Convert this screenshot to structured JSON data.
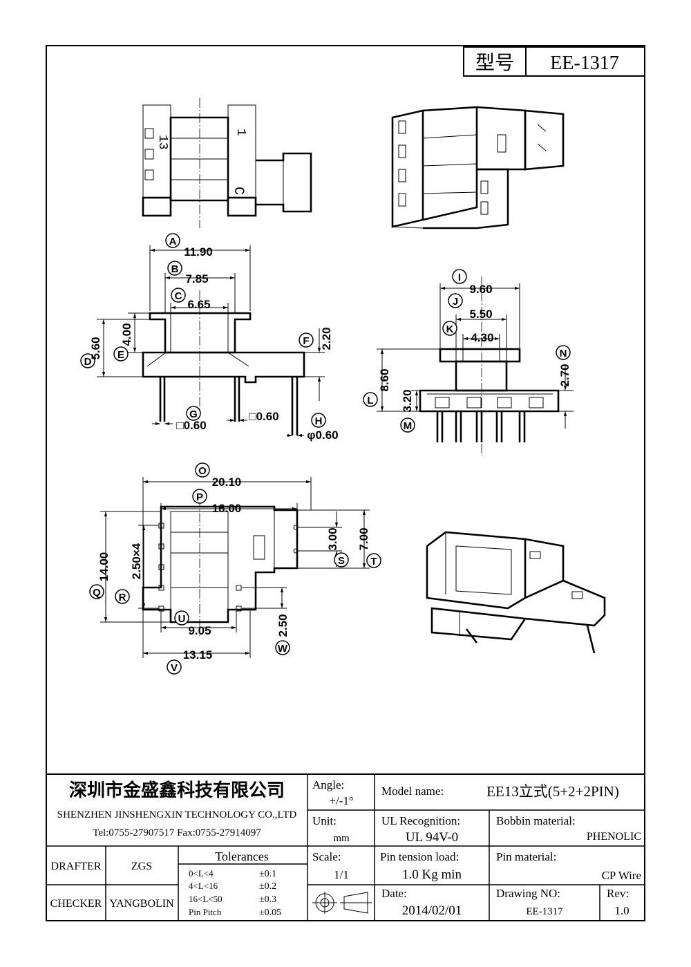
{
  "header": {
    "model_label": "型号",
    "model_value": "EE-1317"
  },
  "views": {
    "pin_marks": {
      "pin13": "13",
      "pin1": "1",
      "c_mark": "C"
    }
  },
  "dimensions": [
    {
      "id": "A",
      "value": "11.90"
    },
    {
      "id": "B",
      "value": "7.85"
    },
    {
      "id": "C",
      "value": "6.65"
    },
    {
      "id": "D",
      "value": "5.60"
    },
    {
      "id": "E",
      "value": "4.00"
    },
    {
      "id": "F",
      "value": "2.20"
    },
    {
      "id": "G",
      "value": "□0.60"
    },
    {
      "id": "H",
      "value": "φ0.60"
    },
    {
      "id": "I",
      "value": "9.60"
    },
    {
      "id": "J",
      "value": "5.50"
    },
    {
      "id": "K",
      "value": "4.30"
    },
    {
      "id": "L",
      "value": "8.60"
    },
    {
      "id": "M",
      "value": "3.20"
    },
    {
      "id": "N",
      "value": "2.70"
    },
    {
      "id": "O",
      "value": "20.10"
    },
    {
      "id": "P",
      "value": "16.00"
    },
    {
      "id": "Q",
      "value": "14.00"
    },
    {
      "id": "R",
      "value": "2.50×4"
    },
    {
      "id": "S",
      "value": "3.00"
    },
    {
      "id": "T",
      "value": "7.00"
    },
    {
      "id": "U",
      "value": "9.05"
    },
    {
      "id": "V",
      "value": "13.15"
    },
    {
      "id": "W",
      "value": "2.50"
    }
  ],
  "extra_dims": {
    "g2": "□0.60"
  },
  "title_block": {
    "company_cn": "深圳市金盛鑫科技有限公司",
    "company_en": "SHENZHEN JINSHENGXIN TECHNOLOGY CO.,LTD",
    "contact": "Tel:0755-27907517   Fax:0755-27914097",
    "angle_label": "Angle:",
    "angle_value": "+/-1°",
    "unit_label": "Unit:",
    "unit_value": "mm",
    "scale_label": "Scale:",
    "scale_value": "1/1",
    "model_name_label": "Model name:",
    "model_name_value": "EE13立式(5+2+2PIN)",
    "ul_label": "UL Recognition:",
    "ul_value": "UL 94V-0",
    "bobbin_label": "Bobbin material:",
    "bobbin_value": "PHENOLIC",
    "pin_tension_label": "Pin tension load:",
    "pin_tension_value": "1.0 Kg min",
    "pin_material_label": "Pin material:",
    "pin_material_value": "CP Wire",
    "date_label": "Date:",
    "date_value": "2014/02/01",
    "drawing_no_label": "Drawing NO:",
    "drawing_no_value": "EE-1317",
    "rev_label": "Rev:",
    "rev_value": "1.0",
    "drafter_label": "DRAFTER",
    "drafter_value": "ZGS",
    "checker_label": "CHECKER",
    "checker_value": "YANGBOLIN",
    "tolerances_title": "Tolerances",
    "tolerances": [
      {
        "range": "0<L<4",
        "tol": "±0.1"
      },
      {
        "range": "4<L<16",
        "tol": "±0.2"
      },
      {
        "range": "16<L<50",
        "tol": "±0.3"
      },
      {
        "range": "Pin Pitch",
        "tol": "±0.05"
      }
    ]
  }
}
